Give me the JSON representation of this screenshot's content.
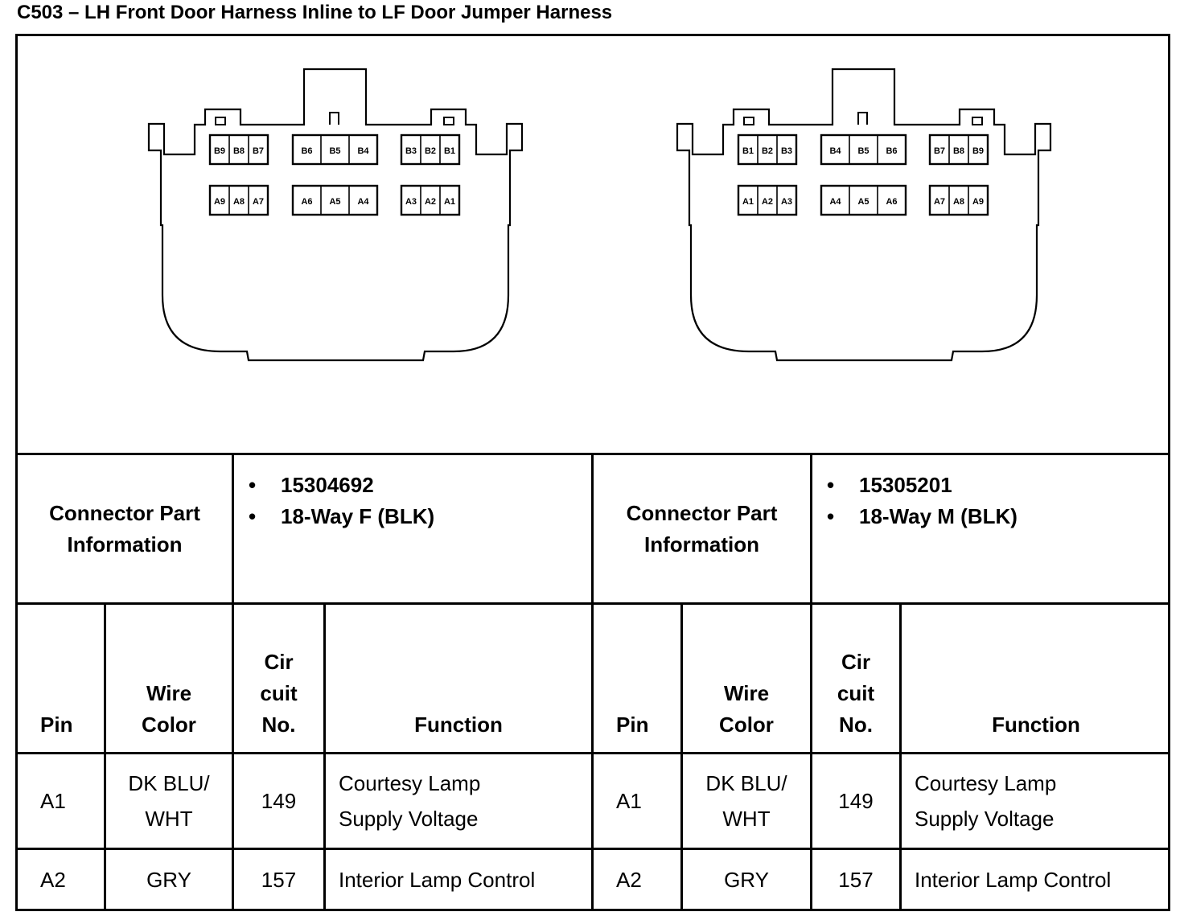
{
  "title": "C503 – LH Front Door Harness Inline to LF Door Jumper Harness",
  "connectors": [
    {
      "info_label": "Connector Part Information",
      "part_number": "15304692",
      "description": "18-Way F (BLK)",
      "pins_top": [
        [
          "B9",
          "B8",
          "B7"
        ],
        [
          "B6",
          "B5",
          "B4"
        ],
        [
          "B3",
          "B2",
          "B1"
        ]
      ],
      "pins_bottom": [
        [
          "A9",
          "A8",
          "A7"
        ],
        [
          "A6",
          "A5",
          "A4"
        ],
        [
          "A3",
          "A2",
          "A1"
        ]
      ],
      "headers": {
        "pin": "Pin",
        "wire_color": "Wire Color",
        "circuit": "Cir cuit No.",
        "function": "Function"
      },
      "rows": [
        {
          "pin": "A1",
          "wire_color": "DK BLU/ WHT",
          "circuit": "149",
          "function": "Courtesy Lamp Supply Voltage"
        },
        {
          "pin": "A2",
          "wire_color": "GRY",
          "circuit": "157",
          "function": "Interior Lamp Control"
        }
      ]
    },
    {
      "info_label": "Connector Part Information",
      "part_number": "15305201",
      "description": "18-Way M (BLK)",
      "pins_top": [
        [
          "B1",
          "B2",
          "B3"
        ],
        [
          "B4",
          "B5",
          "B6"
        ],
        [
          "B7",
          "B8",
          "B9"
        ]
      ],
      "pins_bottom": [
        [
          "A1",
          "A2",
          "A3"
        ],
        [
          "A4",
          "A5",
          "A6"
        ],
        [
          "A7",
          "A8",
          "A9"
        ]
      ],
      "headers": {
        "pin": "Pin",
        "wire_color": "Wire Color",
        "circuit": "Cir cuit No.",
        "function": "Function"
      },
      "rows": [
        {
          "pin": "A1",
          "wire_color": "DK BLU/ WHT",
          "circuit": "149",
          "function": "Courtesy Lamp Supply Voltage"
        },
        {
          "pin": "A2",
          "wire_color": "GRY",
          "circuit": "157",
          "function": "Interior Lamp Control"
        }
      ]
    }
  ]
}
